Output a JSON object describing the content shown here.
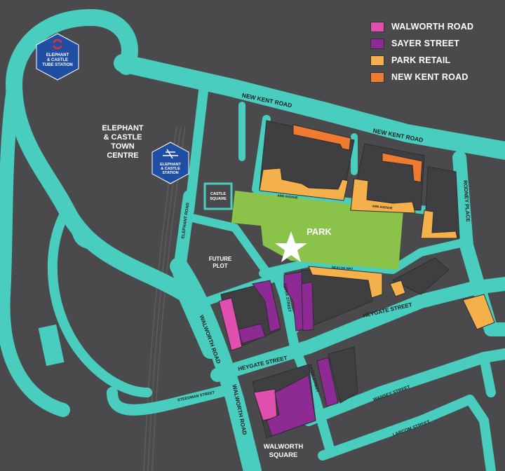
{
  "colors": {
    "background": "#4a4a4c",
    "road": "#49cdbe",
    "park": "#8bc34a",
    "walworth_road": "#e04fae",
    "sayer_street": "#8e2a93",
    "park_retail": "#f4b04b",
    "new_kent_road": "#ef7b30",
    "tube_badge": "#1f4ea3"
  },
  "legend": [
    {
      "label": "WALWORTH ROAD",
      "color": "#e04fae"
    },
    {
      "label": "SAYER STREET",
      "color": "#8e2a93"
    },
    {
      "label": "PARK RETAIL",
      "color": "#f4b04b"
    },
    {
      "label": "NEW KENT ROAD",
      "color": "#ef7b30"
    }
  ],
  "stations": {
    "tube": {
      "line1": "ELEPHANT",
      "line2": "& CASTLE",
      "line3": "TUBE STATION",
      "icon": "underground-roundel-icon"
    },
    "rail": {
      "line1": "ELEPHANT",
      "line2": "& CASTLE",
      "line3": "STATION",
      "icon": "national-rail-icon"
    }
  },
  "area_labels": {
    "town_centre_1": "ELEPHANT",
    "town_centre_2": "& CASTLE",
    "town_centre_3": "TOWN",
    "town_centre_4": "CENTRE",
    "park": "PARK",
    "future_plot_1": "FUTURE",
    "future_plot_2": "PLOT",
    "castle_square_1": "CASTLE",
    "castle_square_2": "SQUARE",
    "walworth_square_1": "WALWORTH",
    "walworth_square_2": "SQUARE"
  },
  "streets": {
    "new_kent_road_1": "NEW KENT ROAD",
    "new_kent_road_2": "NEW KENT ROAD",
    "rodney_place": "RODNEY PLACE",
    "elephant_road": "ELEPHANT ROAD",
    "heygate_street_1": "HEYGATE STREET",
    "heygate_street_2": "HEYGATE STREET",
    "walworth_road_1": "WALWORTH ROAD",
    "walworth_road_2": "WALWORTH ROAD",
    "sayer_street_1": "SAYER STREET",
    "sayer_street_2": "SAYER STREET",
    "steedman_street": "STEEDMAN STREET",
    "wansey_street": "WANSEY STREET",
    "larcom_street": "LARCOM STREET",
    "deacon_way": "DEACON WAY",
    "sayer_avenue_1": "ANN AVENUE",
    "sayer_avenue_2": "ANN AVENUE"
  }
}
